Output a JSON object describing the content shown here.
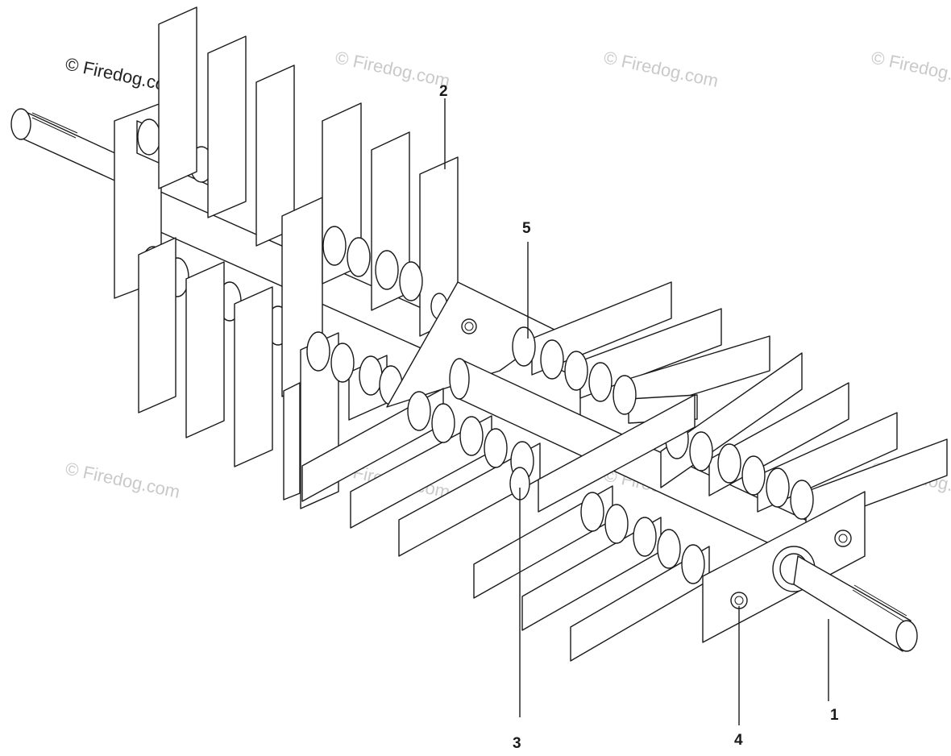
{
  "diagram": {
    "callouts": [
      {
        "id": "callout-1",
        "label": "1"
      },
      {
        "id": "callout-2",
        "label": "2"
      },
      {
        "id": "callout-3",
        "label": "3"
      },
      {
        "id": "callout-4",
        "label": "4"
      },
      {
        "id": "callout-5",
        "label": "5"
      }
    ],
    "watermark": "© Firedog.com"
  }
}
